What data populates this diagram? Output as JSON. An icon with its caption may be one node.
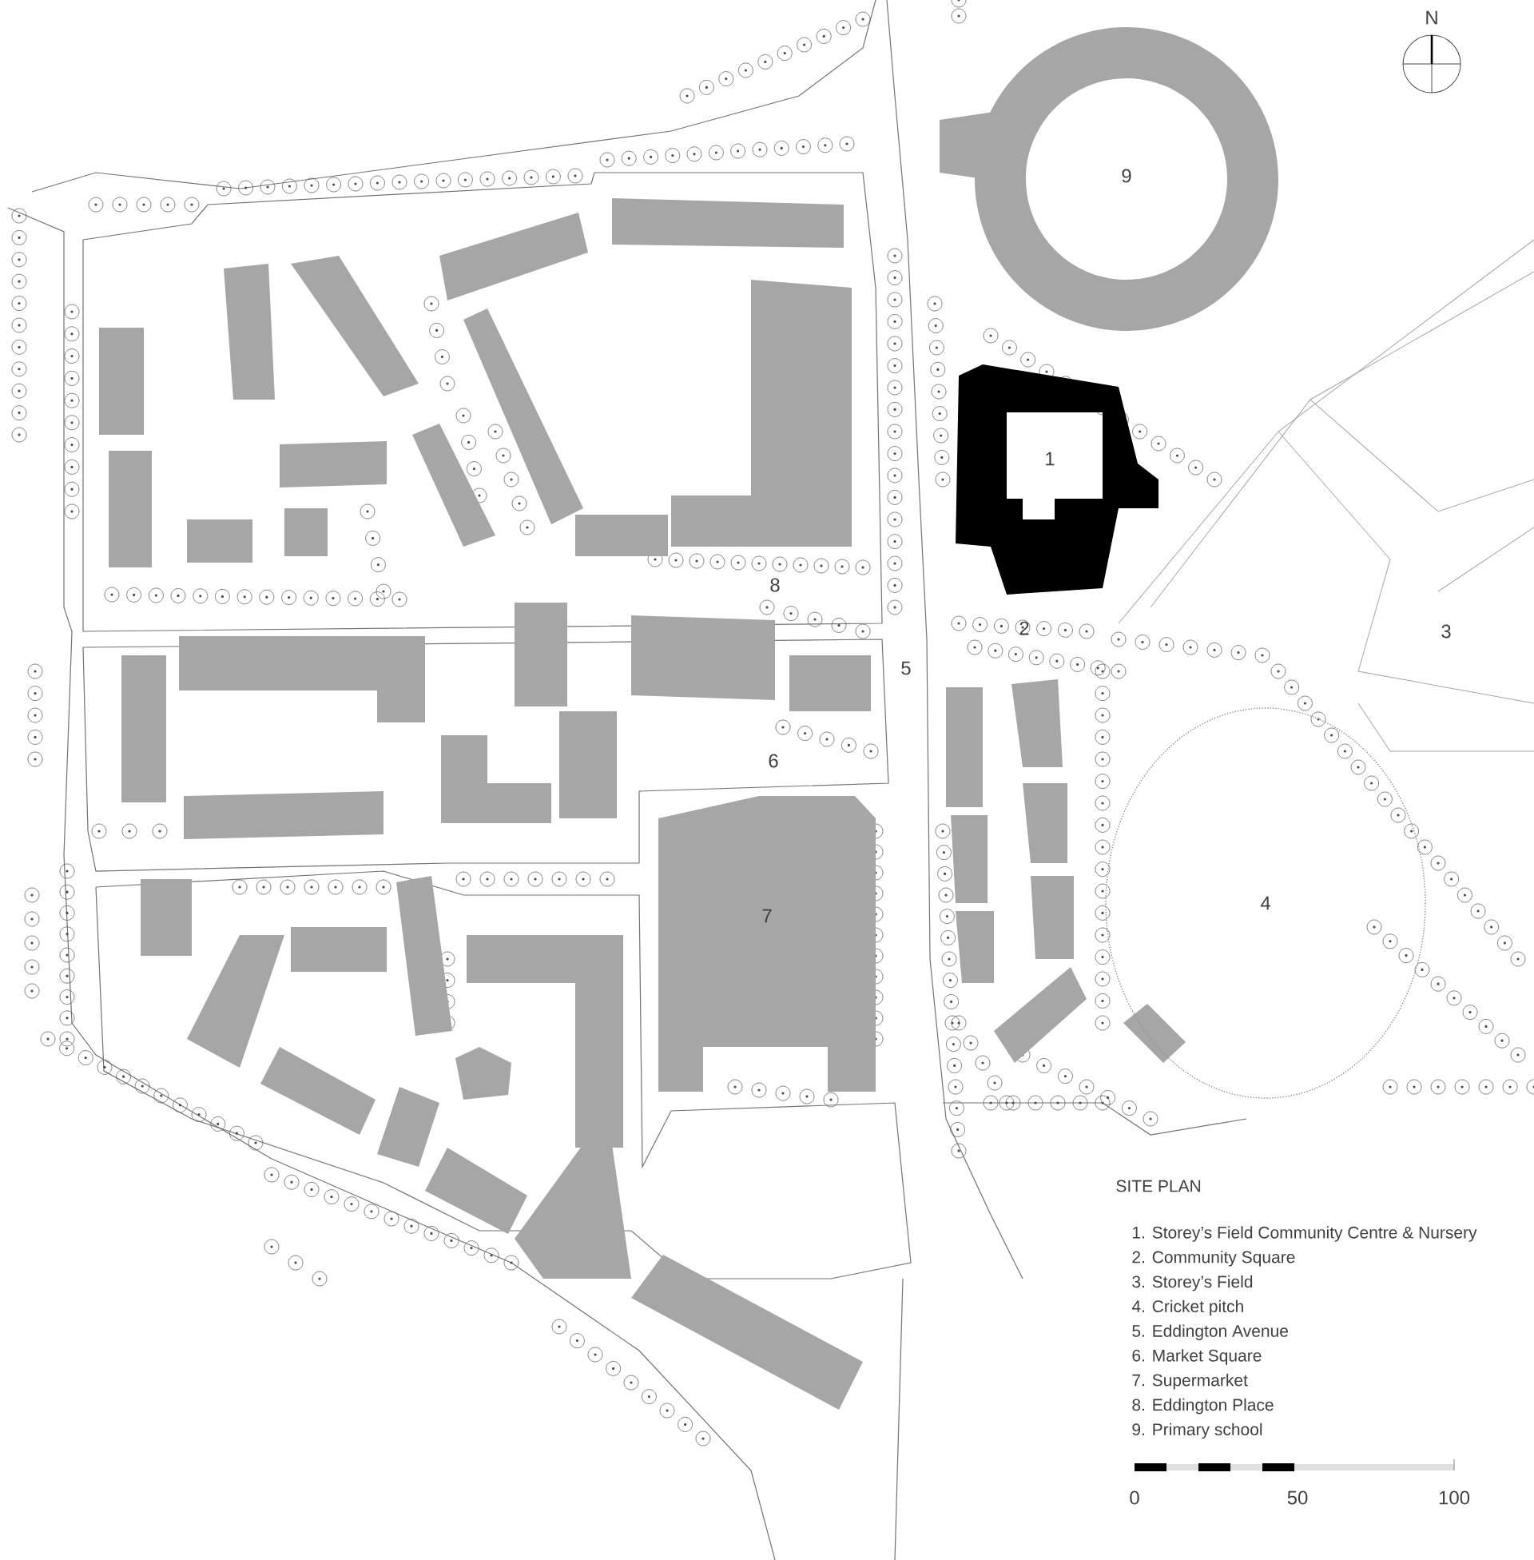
{
  "diagram": {
    "nodes": [
      {
        "text": [
          "9"
        ]
      },
      {
        "text": [
          "1"
        ]
      },
      {
        "text": [
          "4"
        ]
      },
      {
        "text": [
          "7"
        ]
      }
    ],
    "labels": [
      "N",
      "8",
      "2",
      "5",
      "3",
      "6",
      "SITE PLAN",
      "1. Storey’s Field Community Centre & Nursery",
      "2. Community Square",
      "3. Storey’s Field",
      "4. Cricket pitch",
      "5. Eddington Avenue",
      "6. Market Square",
      "7. Supermarket",
      "8. Eddington Place",
      "9. Primary school",
      "0",
      "50",
      "100"
    ]
  }
}
